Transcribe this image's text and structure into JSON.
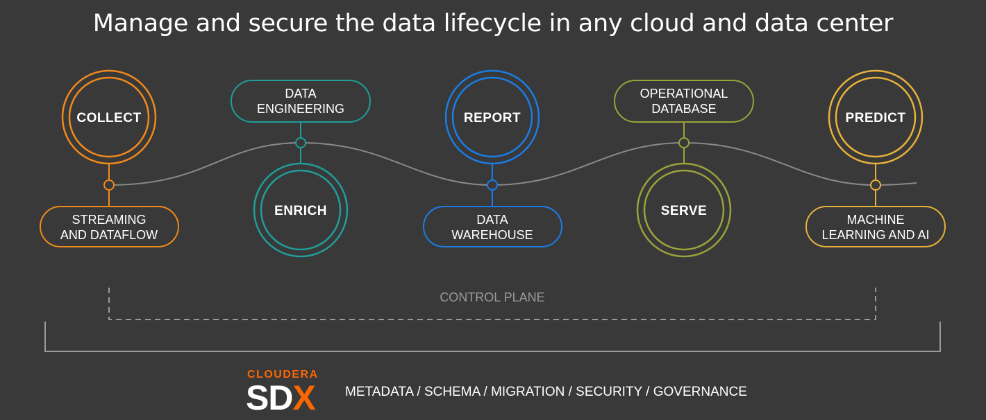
{
  "headline": "Manage and secure the data lifecycle in any cloud and data center",
  "colors": {
    "background": "#393939",
    "collect": "#f08a1c",
    "enrich": "#1f9e9a",
    "report": "#1a7de6",
    "serve": "#9aa33a",
    "predict": "#e8b13c",
    "wave": "#8a8a8a",
    "brand_orange": "#f96702"
  },
  "stages": [
    {
      "label": "COLLECT",
      "pill": [
        "STREAMING",
        "AND DATAFLOW"
      ]
    },
    {
      "label": "ENRICH",
      "pill": [
        "DATA",
        "ENGINEERING"
      ]
    },
    {
      "label": "REPORT",
      "pill": [
        "DATA",
        "WAREHOUSE"
      ]
    },
    {
      "label": "SERVE",
      "pill": [
        "OPERATIONAL",
        "DATABASE"
      ]
    },
    {
      "label": "PREDICT",
      "pill": [
        "MACHINE",
        "LEARNING AND AI"
      ]
    }
  ],
  "control_plane": "CONTROL PLANE",
  "sdx": {
    "brand": "CLOUDERA",
    "wordmark_main": "SD",
    "wordmark_accent": "X",
    "services": "METADATA / SCHEMA / MIGRATION / SECURITY / GOVERNANCE"
  }
}
